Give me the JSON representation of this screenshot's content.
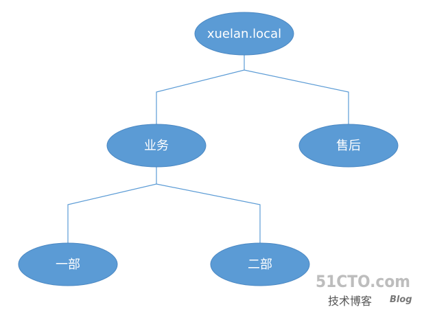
{
  "nodes": {
    "root": "xuelan.local",
    "business": "业务",
    "after_sales": "售后",
    "dept_one": "一部",
    "dept_two": "二部"
  },
  "watermark": {
    "brand": "51CTO.com",
    "subtitle": "技术博客",
    "blog": "Blog"
  },
  "colors": {
    "node_fill": "#5b9bd5",
    "connector": "#5b9bd5"
  }
}
